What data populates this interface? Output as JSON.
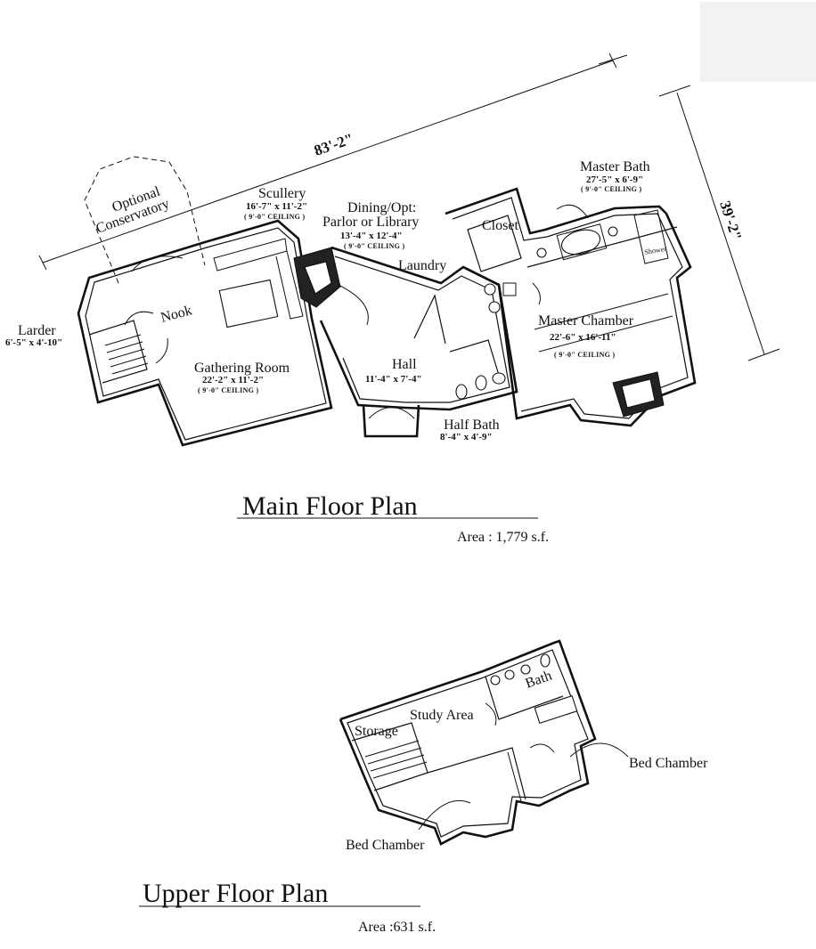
{
  "main_floor": {
    "overall_width": "83'-2\"",
    "overall_depth": "39'-2\"",
    "title": "Main Floor Plan",
    "area": "Area : 1,779 s.f.",
    "rooms": {
      "conservatory": {
        "line1": "Optional",
        "line2": "Conservatory"
      },
      "scullery": {
        "name": "Scullery",
        "dim": "16'-7\" x 11'-2\"",
        "ceiling": "( 9'-0\" CEILING )"
      },
      "dining": {
        "line1": "Dining/Opt:",
        "line2": "Parlor or Library",
        "dim": "13'-4\" x 12'-4\"",
        "ceiling": "( 9'-0\" CEILING )"
      },
      "closet": {
        "name": "Closet"
      },
      "master_bath": {
        "name": "Master Bath",
        "dim": "27'-5\" x 6'-9\"",
        "ceiling": "( 9'-0\" CEILING )"
      },
      "shower": {
        "name": "Shower"
      },
      "laundry": {
        "name": "Laundry"
      },
      "nook": {
        "name": "Nook"
      },
      "larder": {
        "name": "Larder",
        "dim": "6'-5\" x 4'-10\""
      },
      "master_chamber": {
        "name": "Master Chamber",
        "dim": "22'-6\" x 16'-11\"",
        "ceiling": "( 9'-0\" CEILING )"
      },
      "gathering": {
        "name": "Gathering Room",
        "dim": "22'-2\" x 11'-2\"",
        "ceiling": "( 9'-0\" CEILING )"
      },
      "hall": {
        "name": "Hall",
        "dim": "11'-4\" x 7'-4\""
      },
      "half_bath": {
        "name": "Half Bath",
        "dim": "8'-4\" x 4'-9\""
      }
    }
  },
  "upper_floor": {
    "title": "Upper Floor Plan",
    "area": "Area :631 s.f.",
    "rooms": {
      "bath": "Bath",
      "study": "Study Area",
      "storage": "Storage",
      "bed_right": "Bed Chamber",
      "bed_left": "Bed Chamber"
    }
  }
}
